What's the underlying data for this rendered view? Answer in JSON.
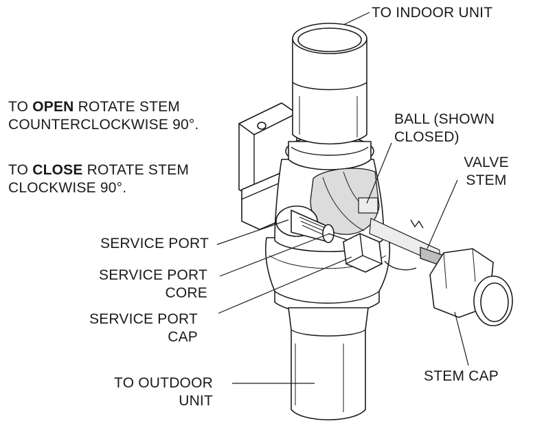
{
  "labels": {
    "to_indoor": "TO INDOOR UNIT",
    "open_pre": "TO ",
    "open_bold": "OPEN",
    "open_post": " ROTATE STEM",
    "open_line2": "COUNTERCLOCKWISE 90°.",
    "close_pre": "TO ",
    "close_bold": "CLOSE",
    "close_post": " ROTATE STEM",
    "close_line2": "CLOCKWISE 90°.",
    "ball_line1": "BALL (SHOWN",
    "ball_line2": "CLOSED)",
    "valve_stem_line1": "VALVE",
    "valve_stem_line2": "STEM",
    "service_port": "SERVICE PORT",
    "core_line1": "SERVICE PORT",
    "core_line2": "CORE",
    "cap_line1": "SERVICE PORT",
    "cap_line2": "CAP",
    "outdoor_line1": "TO OUTDOOR",
    "outdoor_line2": "UNIT",
    "stem_cap": "STEM CAP"
  }
}
